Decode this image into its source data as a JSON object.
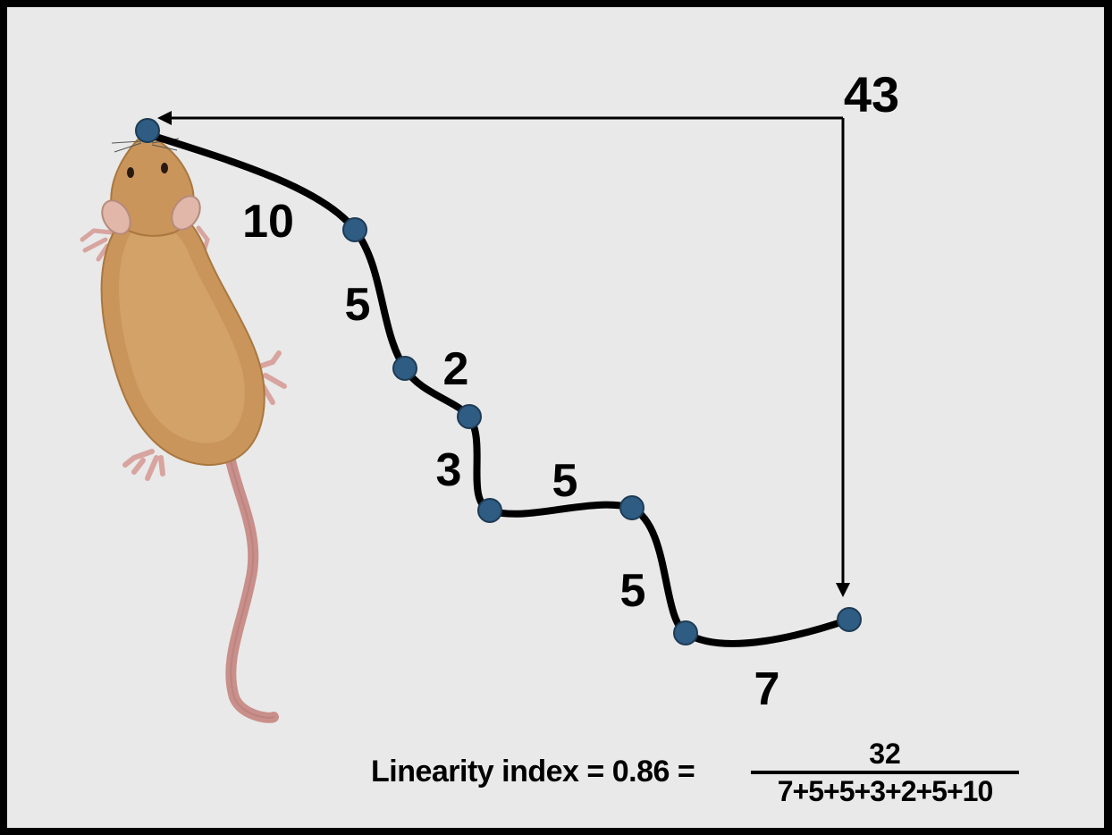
{
  "diagram": {
    "straight_distance": "43",
    "segments": [
      {
        "id": "seg-1",
        "label": "10"
      },
      {
        "id": "seg-2",
        "label": "5"
      },
      {
        "id": "seg-3",
        "label": "2"
      },
      {
        "id": "seg-4",
        "label": "3"
      },
      {
        "id": "seg-5",
        "label": "5"
      },
      {
        "id": "seg-6",
        "label": "5"
      },
      {
        "id": "seg-7",
        "label": "7"
      }
    ],
    "formula": {
      "left": "Linearity index = 0.86 =",
      "numerator": "32",
      "denominator": "7+5+5+3+2+5+10"
    },
    "colors": {
      "background": "#e9e9e9",
      "frame": "#000000",
      "path": "#000000",
      "waypoint": "#2f5c82",
      "mouse_body": "#c9955a",
      "mouse_tail": "#c98f8a"
    }
  }
}
